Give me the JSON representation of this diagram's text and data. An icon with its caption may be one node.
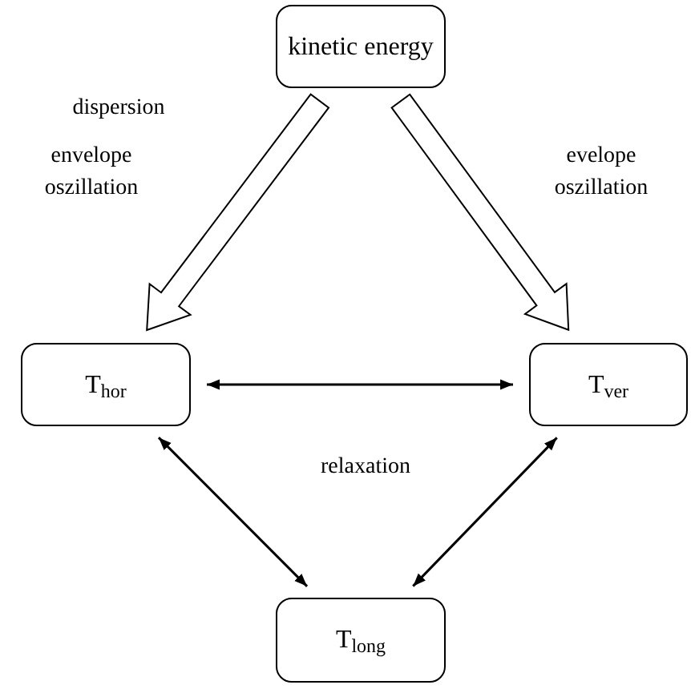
{
  "diagram": {
    "nodes": [
      {
        "text": [
          "kinetic energy"
        ]
      },
      {
        "text": [
          "T$_{hor}$"
        ]
      },
      {
        "text": [
          "T$_{ver}$"
        ]
      },
      {
        "text": [
          "T$_{long}$"
        ]
      }
    ],
    "edges": [
      {
        "from": 0,
        "to": 1,
        "arrow": "to",
        "style": "thick"
      },
      {
        "from": 0,
        "to": 2,
        "arrow": "to",
        "style": "thick"
      },
      {
        "from": 1,
        "to": 2,
        "arrow": "both"
      },
      {
        "from": 1,
        "to": 3,
        "arrow": "both"
      },
      {
        "from": 2,
        "to": 3,
        "arrow": "both"
      }
    ],
    "labels": [
      "dispersion",
      "envelope oszillation",
      "evelope oszillation",
      "relaxation"
    ]
  }
}
